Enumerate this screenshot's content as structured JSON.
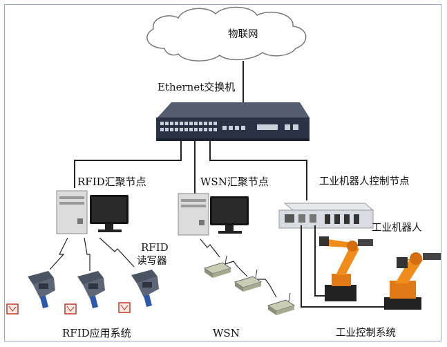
{
  "cloud_label": "物联网",
  "switch_label": "Ethernet交换机",
  "rfid_node_label": "RFID汇聚节点",
  "wsn_node_label": "WSN汇聚节点",
  "robot_node_label": "工业机器人控制节点",
  "robot_label": "工业机器人",
  "reader_label_line1": "RFID",
  "reader_label_line2": "读写器",
  "rfid_system_label": "RFID应用系统",
  "wsn_label": "WSN",
  "industrial_system_label": "工业控制系统",
  "colors": {
    "frame": "#9aa8c8",
    "cloud_stroke": "#777777",
    "switch_body": "#2a3344",
    "robot_orange": "#e07a16",
    "tag_red": "#c0392b",
    "link": "#222222"
  }
}
